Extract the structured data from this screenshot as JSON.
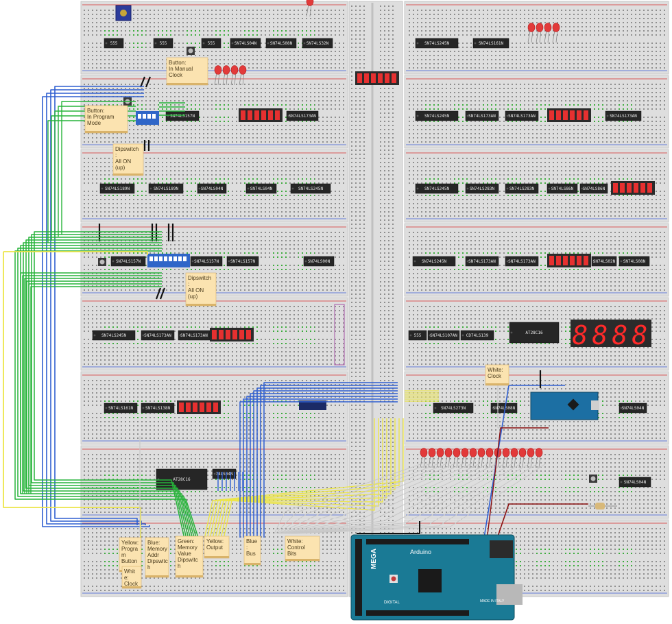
{
  "chips": [
    {
      "label": "555"
    },
    {
      "label": "555"
    },
    {
      "label": "555"
    },
    {
      "label": "SN74LS04N"
    },
    {
      "label": "SN74LS08N"
    },
    {
      "label": "SN74LS32N"
    },
    {
      "label": "SN74LS245N"
    },
    {
      "label": "SN74LS161N"
    },
    {
      "label": "SN74LS157N"
    },
    {
      "label": "SN74LS173AN"
    },
    {
      "label": "SN74LS245N"
    },
    {
      "label": "SN74LS173AN"
    },
    {
      "label": "SN74LS173AN"
    },
    {
      "label": "SN74LS173AN"
    },
    {
      "label": "SN74LS189N"
    },
    {
      "label": "SN74LS189N"
    },
    {
      "label": "SN74LS04N"
    },
    {
      "label": "SN74LS04N"
    },
    {
      "label": "SN74LS245N"
    },
    {
      "label": "SN74LS245N"
    },
    {
      "label": "SN74LS283N"
    },
    {
      "label": "SN74LS283N"
    },
    {
      "label": "SN74LS86N"
    },
    {
      "label": "SN74LS86N"
    },
    {
      "label": "SN74LS157N"
    },
    {
      "label": "SN74LS157N"
    },
    {
      "label": "SN74LS157N"
    },
    {
      "label": "SN74LS00N"
    },
    {
      "label": "SN74LS245N"
    },
    {
      "label": "SN74LS173AN"
    },
    {
      "label": "SN74LS173AN"
    },
    {
      "label": "SN74LS02N"
    },
    {
      "label": "SN74LS08N"
    },
    {
      "label": "SN74LS245N"
    },
    {
      "label": "SN74LS173AN"
    },
    {
      "label": "SN74LS173AN"
    },
    {
      "label": "555"
    },
    {
      "label": "SN74LS107AN"
    },
    {
      "label": "CD74LS139"
    },
    {
      "label": "AT28C16"
    },
    {
      "label": "SN74LS161N"
    },
    {
      "label": "SN74LS138N"
    },
    {
      "label": "SN74LS273N"
    },
    {
      "label": "SN74LS08N"
    },
    {
      "label": "SN74LS04N"
    },
    {
      "label": "AT28C16"
    },
    {
      "label": "74LS04N"
    },
    {
      "label": "SN74LS04N"
    }
  ],
  "notes": [
    {
      "text": [
        "Button:",
        "In Manual",
        "Clock"
      ]
    },
    {
      "text": [
        "Button:",
        "In Program",
        "Mode"
      ]
    },
    {
      "text": [
        "Dipswitch",
        ":",
        "All ON",
        "(up)"
      ]
    },
    {
      "text": [
        "Dipswitch",
        ":",
        "All ON",
        "(up)"
      ]
    },
    {
      "text": [
        "White:",
        "Clock"
      ]
    },
    {
      "text": [
        "Yellow:",
        "Progra",
        "m",
        "Button"
      ]
    },
    {
      "text": [
        "Whit",
        "e:",
        "Clock"
      ]
    },
    {
      "text": [
        "Blue:",
        "Memory",
        "Addr",
        "Dipswitc",
        "h"
      ]
    },
    {
      "text": [
        "Green:",
        "Memory",
        "Value",
        "Dipswitc",
        "h"
      ]
    },
    {
      "text": [
        "Yellow:",
        "Output"
      ]
    },
    {
      "text": [
        "Blue",
        ":",
        "Bus"
      ]
    },
    {
      "text": [
        "White:",
        "Control",
        "Bits"
      ]
    }
  ],
  "arduino": {
    "model": "MEGA",
    "brand": "Arduino",
    "digital_label": "DIGITAL",
    "made_in": "MADE IN ITALY"
  },
  "seven_segment": {
    "digits": [
      "8",
      "8",
      "8",
      "8"
    ]
  },
  "colors": {
    "breadboard": "#dedede",
    "hole": "#8e8e8e",
    "green_strip": "#3dab3d",
    "rail_red": "#d62b2b",
    "rail_blue": "#3b5bd6",
    "chip": "#262626",
    "led": "#e23a3a",
    "bargraph": "#e63030",
    "wire_blue": "#2f5fd0",
    "wire_green": "#27b43a",
    "wire_yellow": "#ece54a",
    "wire_white": "#c8c8c8",
    "wire_dark_red": "#8a1010",
    "note": "#fbe3b0",
    "arduino": "#1a7a95",
    "display_red": "#ff2a2a"
  }
}
